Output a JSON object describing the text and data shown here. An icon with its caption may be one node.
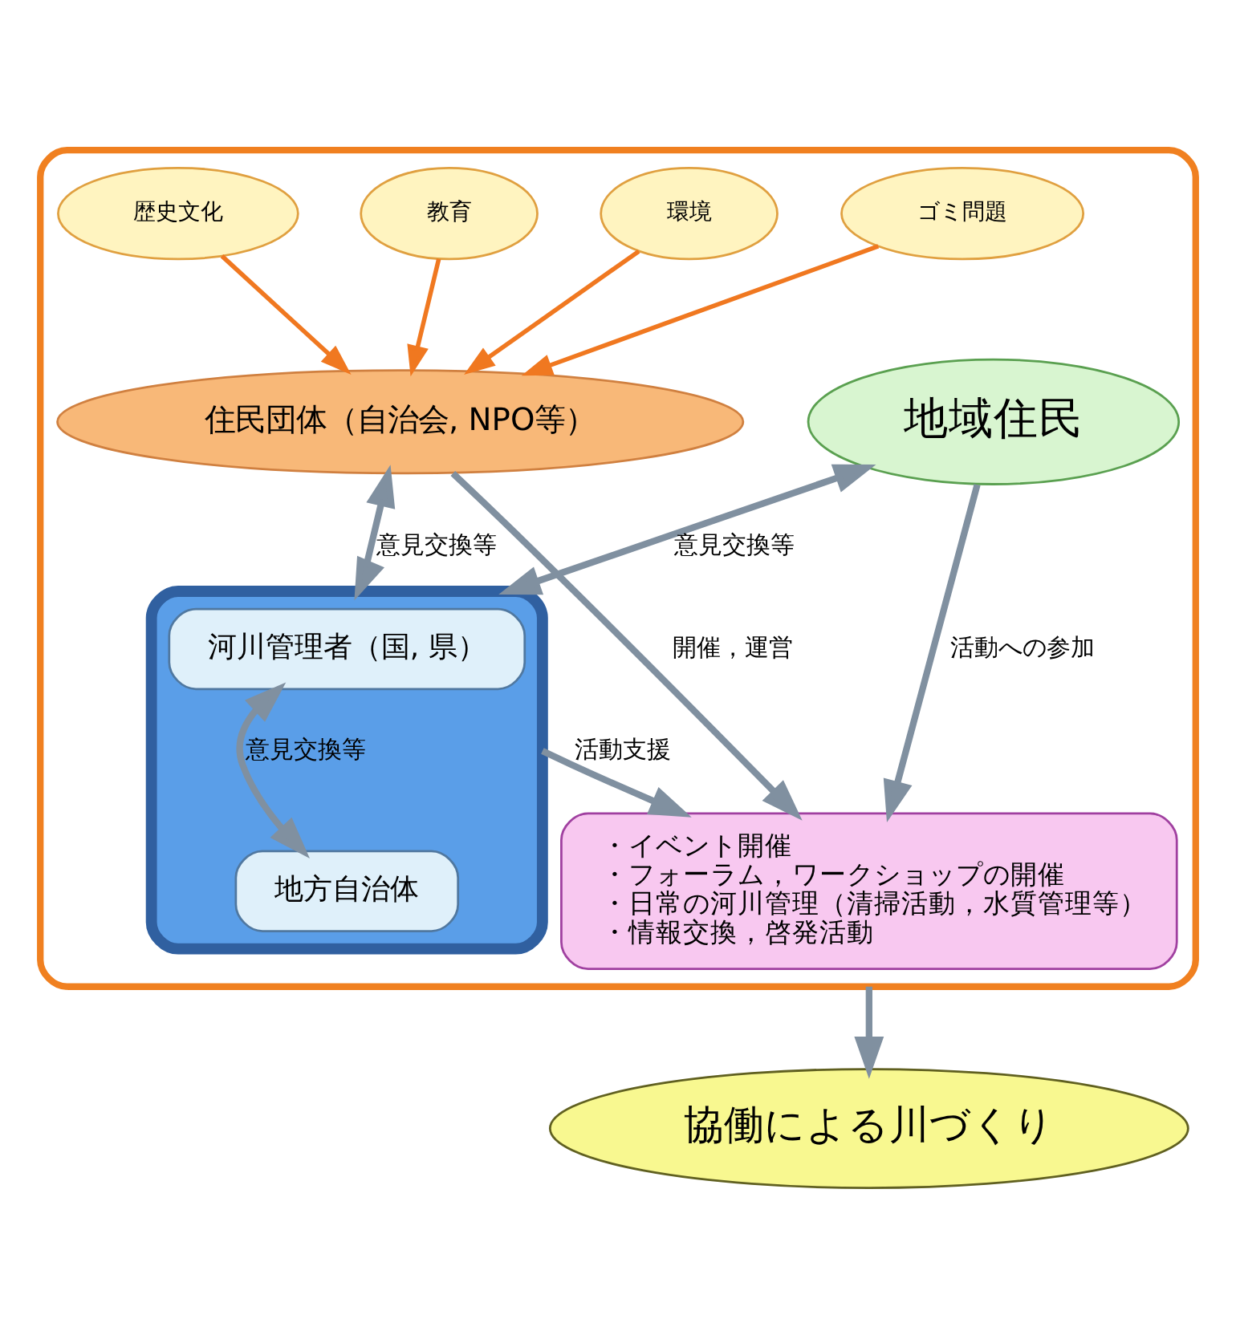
{
  "diagram": {
    "nodes": [
      {
        "text": [],
        "shape": "box"
      },
      {
        "text": [
          "地域住民"
        ],
        "in": 0
      },
      {
        "text": [
          "ゴミ問題"
        ],
        "in": 0
      },
      {
        "text": [
          "環境"
        ],
        "in": 0
      },
      {
        "text": [
          "教育"
        ],
        "in": 0
      },
      {
        "text": [
          "歴史文化"
        ],
        "in": 0
      },
      {
        "text": [
          "住民団体（自治会, NPO等）"
        ],
        "in": 0
      },
      {
        "text": [],
        "shape": "ellipse",
        "in": 0
      },
      {
        "text": [
          "河川管理者（国, 県）"
        ],
        "in": 7
      },
      {
        "text": [
          "地方自治体"
        ],
        "in": 7
      },
      {
        "text": [
          "・イベント開催",
          "・フォーラム，ワークショップの開催",
          "・日常の河川管理（清掃活動，水質管理等）",
          "・情報交換，啓発活動"
        ],
        "in": 0
      },
      {
        "text": [
          "協働による川づくり"
        ]
      }
    ],
    "edges": [
      {
        "from": 1,
        "to": 7,
        "arrow": "both",
        "label": "意見交換等"
      },
      {
        "from": 2,
        "to": 6,
        "arrow": "to",
        "color": "#f07820"
      },
      {
        "from": 3,
        "to": 6,
        "arrow": "to",
        "color": "#f07820"
      },
      {
        "from": 4,
        "to": 6,
        "arrow": "to",
        "color": "#f07820"
      },
      {
        "from": 5,
        "to": 6,
        "arrow": "to",
        "color": "#f07820"
      },
      {
        "from": 6,
        "to": 7,
        "arrow": "both",
        "label": "意見交換等"
      },
      {
        "from": 8,
        "to": 9,
        "arrow": "both",
        "label": "意見交換等"
      },
      {
        "from": 1,
        "to": 10,
        "arrow": "to",
        "label": "活動への参加"
      },
      {
        "from": 6,
        "to": 10,
        "arrow": "to",
        "label": "開催，運営"
      },
      {
        "from": 7,
        "to": 10,
        "arrow": "to",
        "label": "活動支援"
      },
      {
        "from": 0,
        "to": 11,
        "arrow": "to"
      }
    ]
  }
}
